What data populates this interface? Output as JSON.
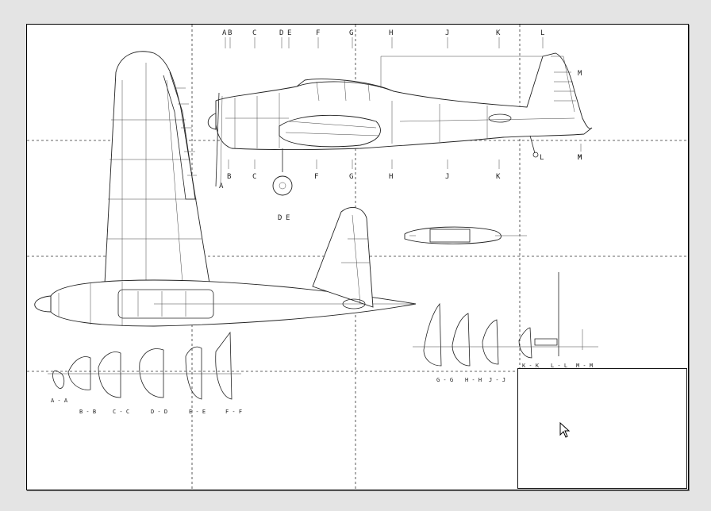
{
  "sheet": {
    "station_labels_top": [
      "A",
      "B",
      "C",
      "D",
      "E",
      "F",
      "G",
      "H",
      "J",
      "K",
      "L"
    ],
    "side_extra_labels": [
      "M",
      "M"
    ],
    "station_labels_bottom": [
      "A",
      "B",
      "C",
      "F",
      "G",
      "H",
      "J",
      "K",
      "L",
      "M"
    ],
    "gear_labels": [
      "D",
      "E"
    ],
    "section_labels_left": [
      "A - A",
      "B - B",
      "C - C",
      "D - D",
      "E - E",
      "F - F"
    ],
    "section_labels_right": [
      "G - G",
      "H - H",
      "J - J",
      "K - K",
      "L - L",
      "M - M"
    ]
  },
  "title_block": {},
  "colors": {
    "line": "#222222",
    "background": "#e4e4e4",
    "paper": "#ffffff"
  },
  "icons": {
    "cursor": "arrow-cursor-icon"
  }
}
